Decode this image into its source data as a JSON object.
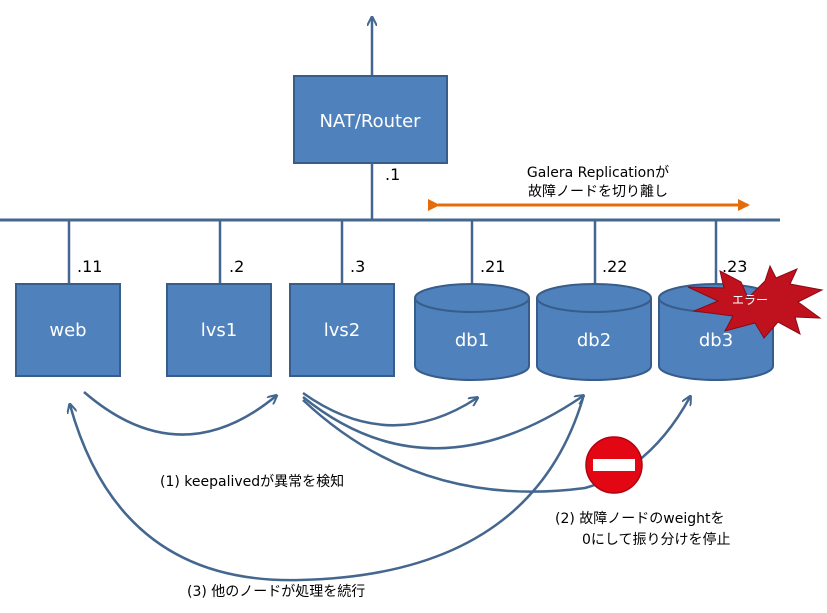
{
  "router": {
    "label": "NAT/Router",
    "addr": ".1"
  },
  "nodes": [
    {
      "id": "web",
      "label": "web",
      "addr": ".11"
    },
    {
      "id": "lvs1",
      "label": "lvs1",
      "addr": ".2"
    },
    {
      "id": "lvs2",
      "label": "lvs2",
      "addr": ".3"
    },
    {
      "id": "db1",
      "label": "db1",
      "addr": ".21"
    },
    {
      "id": "db2",
      "label": "db2",
      "addr": ".22"
    },
    {
      "id": "db3",
      "label": "db3",
      "addr": ".23"
    }
  ],
  "error_label": "エラー",
  "galera": {
    "line1": "Galera Replicationが",
    "line2": "故障ノードを切り離し"
  },
  "steps": {
    "step1": "(1) keepalivedが異常を検知",
    "step2_line1": "(2) 故障ノードのweightを",
    "step2_line2": "0にして振り分けを停止",
    "step3": "(3) 他のノードが処理を続行"
  },
  "colors": {
    "node_fill": "#4f81bd",
    "node_stroke": "#385d8a",
    "arrow": "#44678f",
    "orange": "#e46c0a",
    "error": "#c0111f",
    "stop": "#e30613"
  }
}
